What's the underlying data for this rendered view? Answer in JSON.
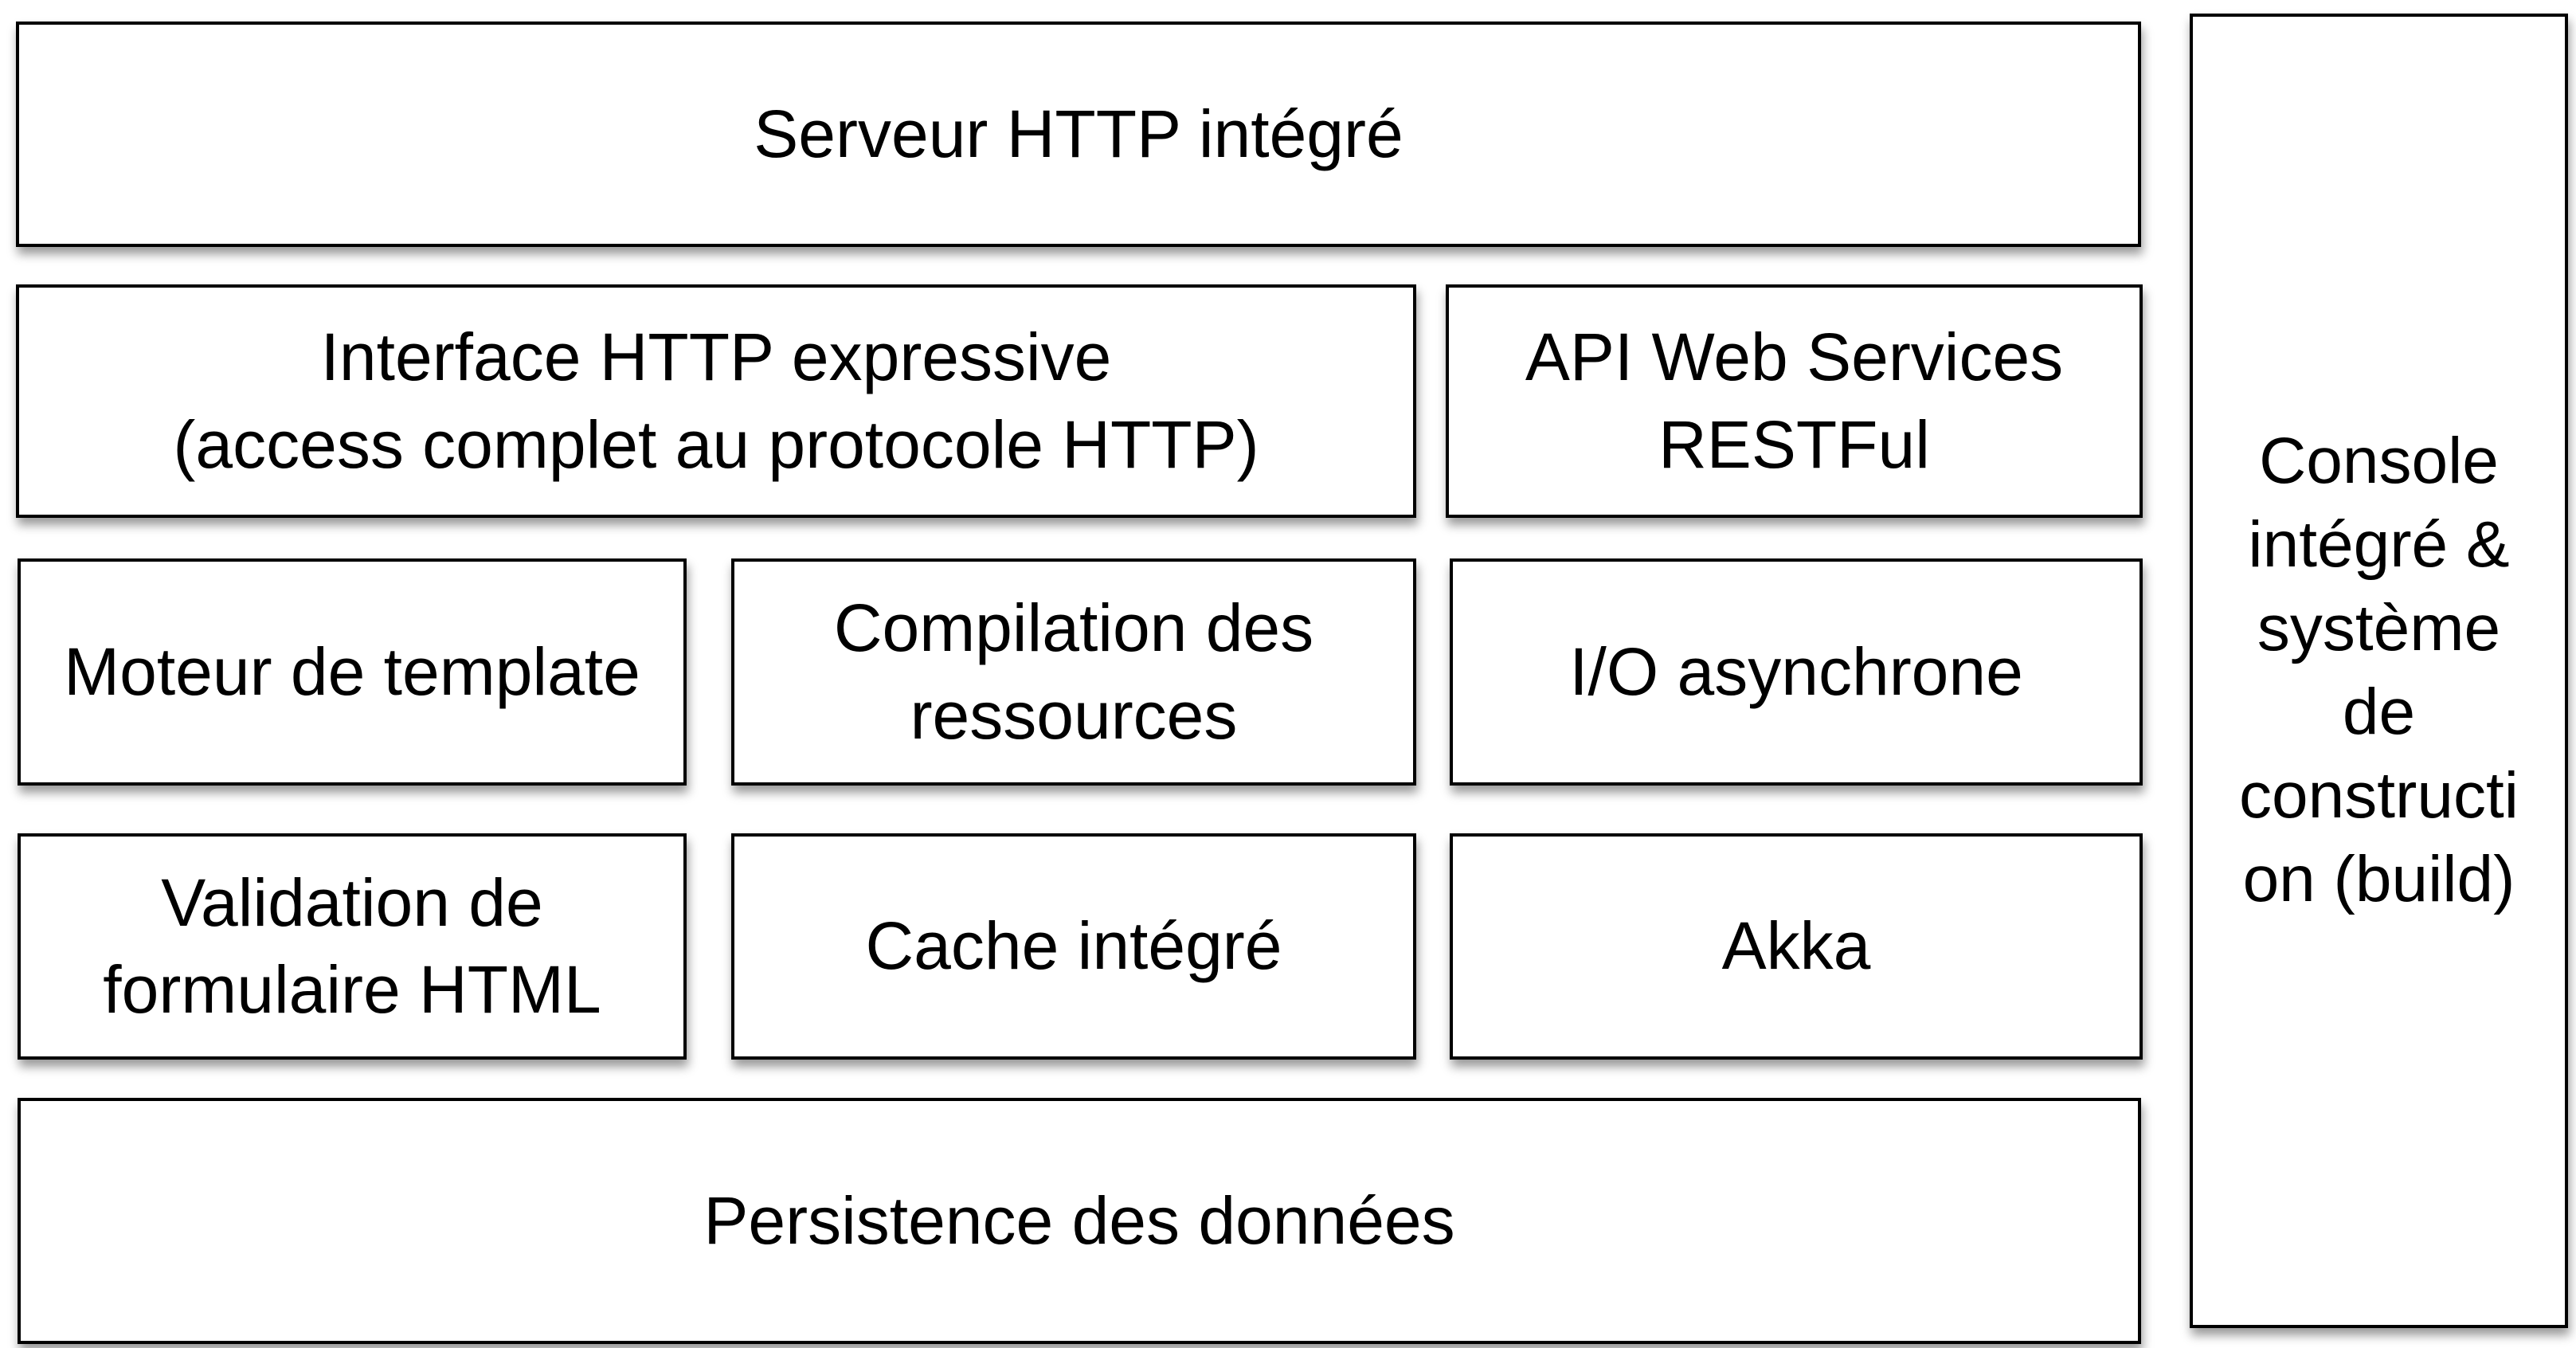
{
  "diagram": {
    "description": "Architecture stack diagram (framework features, French labels)",
    "colors": {
      "background": "#ffffff",
      "box_fill": "#ffffff",
      "border": "#000000",
      "text": "#000000",
      "shadow": "rgba(0,0,0,0.40)"
    },
    "boxes": {
      "serveur_http": {
        "label": "Serveur HTTP intégré"
      },
      "interface_http": {
        "label": "Interface HTTP expressive\n(access complet au protocole HTTP)"
      },
      "api_web_services": {
        "label": "API Web Services\nRESTFul"
      },
      "moteur_template": {
        "label": "Moteur de template"
      },
      "compilation_ressources": {
        "label": "Compilation des\nressources"
      },
      "io_asynchrone": {
        "label": "I/O asynchrone"
      },
      "validation_formulaire": {
        "label": "Validation de\nformulaire HTML"
      },
      "cache_integre": {
        "label": "Cache intégré"
      },
      "akka": {
        "label": "Akka"
      },
      "persistence_donnees": {
        "label": "Persistence des données"
      },
      "console_build": {
        "label": "Console\nintégré &\nsystème\nde\nconstructi\non (build)"
      }
    }
  }
}
